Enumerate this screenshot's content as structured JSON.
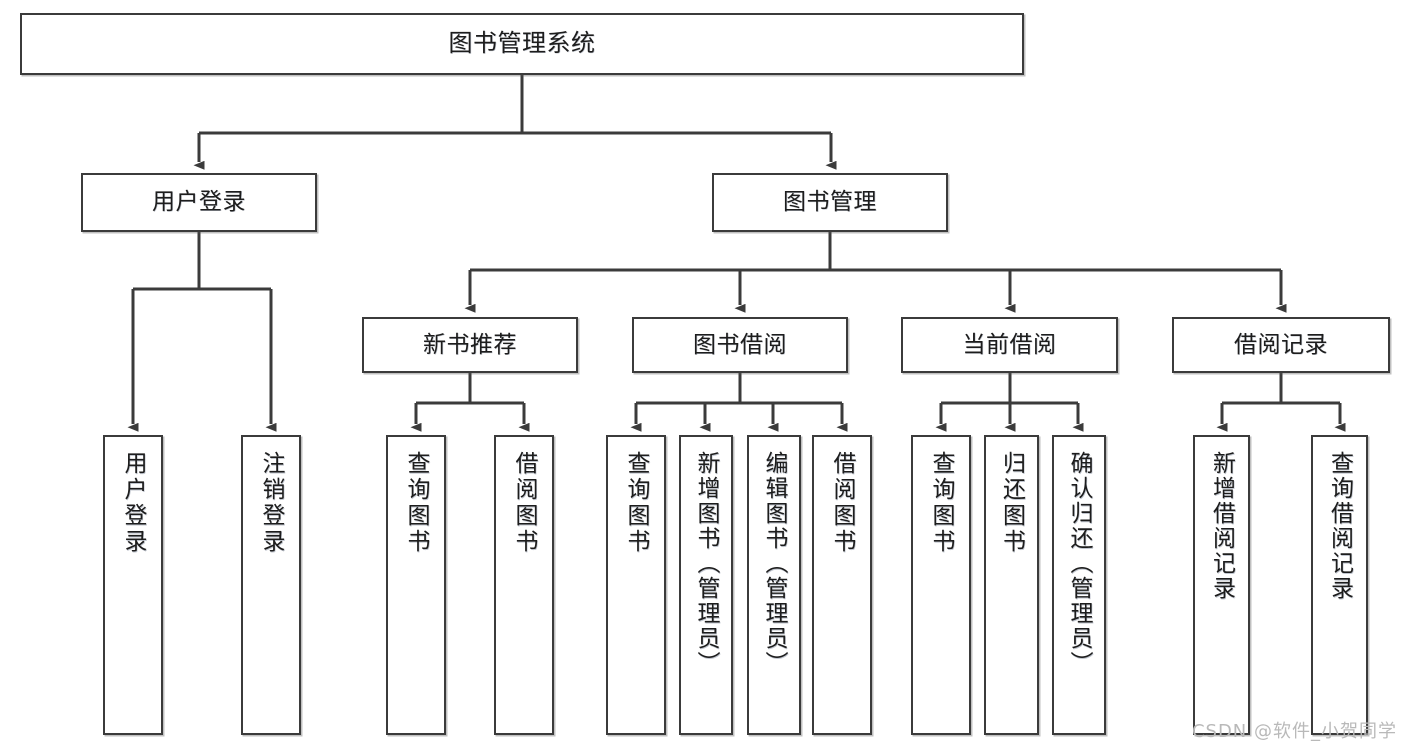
{
  "diagram": {
    "title": "图书管理系统",
    "type": "tree",
    "orientation": "top-down",
    "colors": {
      "box_border": "#3b3b3b",
      "box_fill": "#ffffff",
      "edge": "#3b3b3b",
      "text": "#1d1d1d",
      "watermark": "#b9b9b9",
      "canvas": "#ffffff"
    },
    "watermark": "CSDN @软件_小贺同学"
  },
  "nodes": {
    "root": {
      "label": "图书管理系统",
      "level": 1
    },
    "l2": [
      {
        "id": "user-login",
        "label": "用户登录",
        "level": 2
      },
      {
        "id": "book-manage",
        "label": "图书管理",
        "level": 2
      }
    ],
    "l3": [
      {
        "id": "new-book-rec",
        "label": "新书推荐",
        "level": 3,
        "parent": "book-manage"
      },
      {
        "id": "book-borrow",
        "label": "图书借阅",
        "level": 3,
        "parent": "book-manage"
      },
      {
        "id": "current-borrow",
        "label": "当前借阅",
        "level": 3,
        "parent": "book-manage"
      },
      {
        "id": "borrow-record",
        "label": "借阅记录",
        "level": 3,
        "parent": "book-manage"
      }
    ],
    "leaves": [
      {
        "id": "leaf-user-login",
        "label": "用户登录",
        "parent": "user-login"
      },
      {
        "id": "leaf-user-logout",
        "label": "注销登录",
        "parent": "user-login"
      },
      {
        "id": "leaf-rec-query",
        "label": "查询图书",
        "parent": "new-book-rec"
      },
      {
        "id": "leaf-rec-borrow",
        "label": "借阅图书",
        "parent": "new-book-rec"
      },
      {
        "id": "leaf-borrow-query",
        "label": "查询图书",
        "parent": "book-borrow"
      },
      {
        "id": "leaf-borrow-add",
        "label": "新增图书（管理员）",
        "parent": "book-borrow"
      },
      {
        "id": "leaf-borrow-edit",
        "label": "编辑图书（管理员）",
        "parent": "book-borrow"
      },
      {
        "id": "leaf-borrow-lend",
        "label": "借阅图书",
        "parent": "book-borrow"
      },
      {
        "id": "leaf-current-query",
        "label": "查询图书",
        "parent": "current-borrow"
      },
      {
        "id": "leaf-current-return",
        "label": "归还图书",
        "parent": "current-borrow"
      },
      {
        "id": "leaf-current-confirm",
        "label": "确认归还（管理员）",
        "parent": "current-borrow"
      },
      {
        "id": "leaf-record-add",
        "label": "新增借阅记录",
        "parent": "borrow-record"
      },
      {
        "id": "leaf-record-query",
        "label": "查询借阅记录",
        "parent": "borrow-record"
      }
    ]
  }
}
